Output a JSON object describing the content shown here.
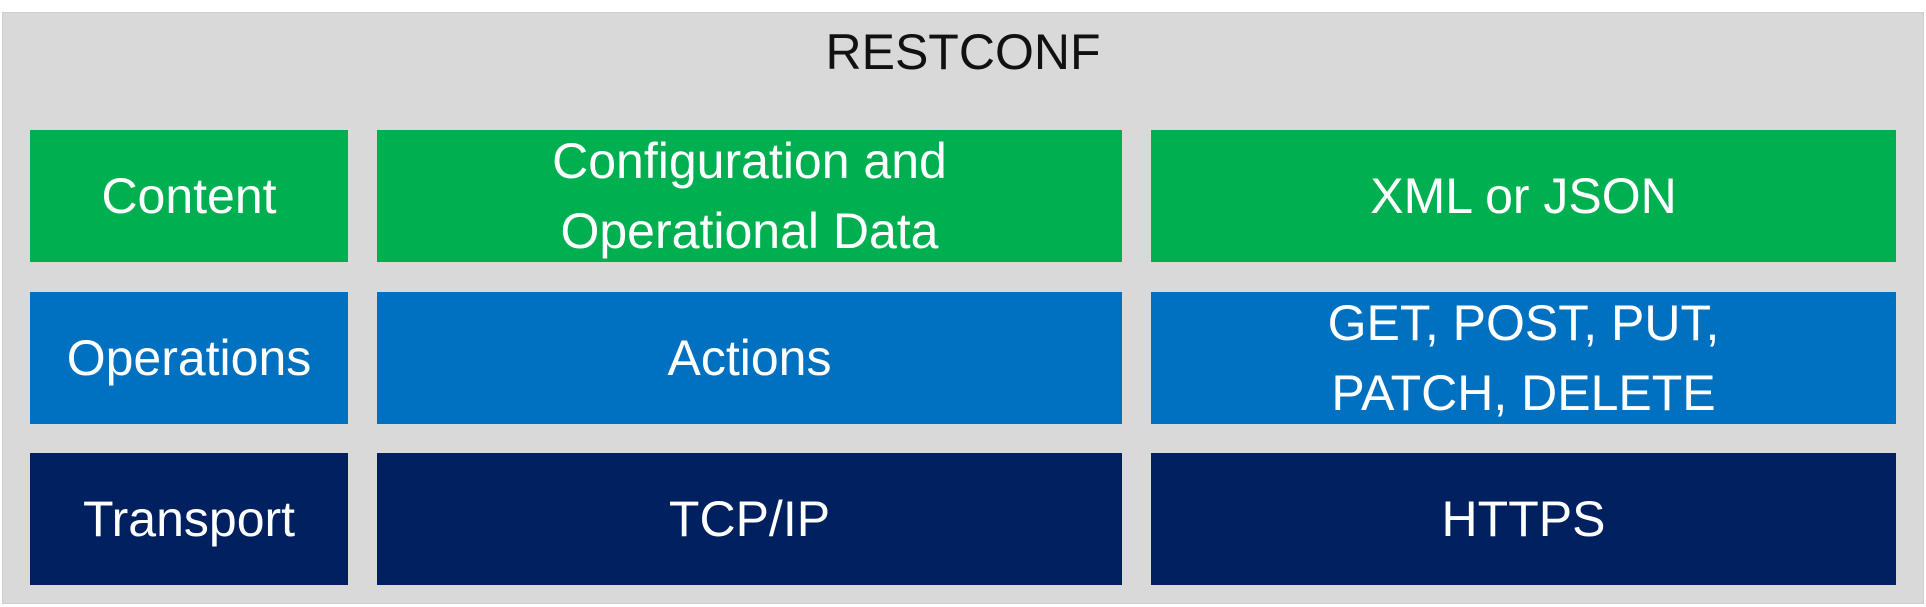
{
  "title": "RESTCONF",
  "colors": {
    "background": "#d9d9d9",
    "content": "#00b050",
    "operations": "#0070c0",
    "transport": "#002060",
    "text": "#ffffff"
  },
  "rows": [
    {
      "label": "Content",
      "middle": "Configuration and Operational Data",
      "right": "XML or JSON"
    },
    {
      "label": "Operations",
      "middle": "Actions",
      "right": "GET, POST, PUT, PATCH, DELETE"
    },
    {
      "label": "Transport",
      "middle": "TCP/IP",
      "right": "HTTPS"
    }
  ]
}
